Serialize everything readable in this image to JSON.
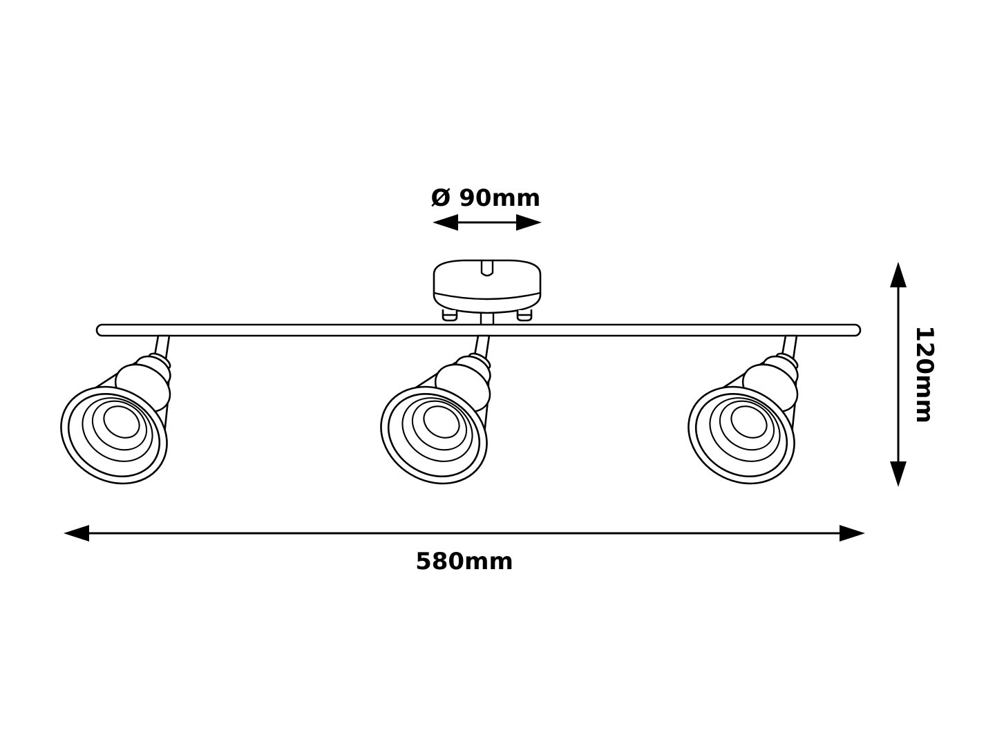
{
  "diagram": {
    "background_color": "#ffffff",
    "line_color": "#000000",
    "text_color": "#000000",
    "dimensions": {
      "canopy_diameter": "Ø 90mm",
      "fixture_height": "120mm",
      "fixture_width": "580mm"
    }
  }
}
